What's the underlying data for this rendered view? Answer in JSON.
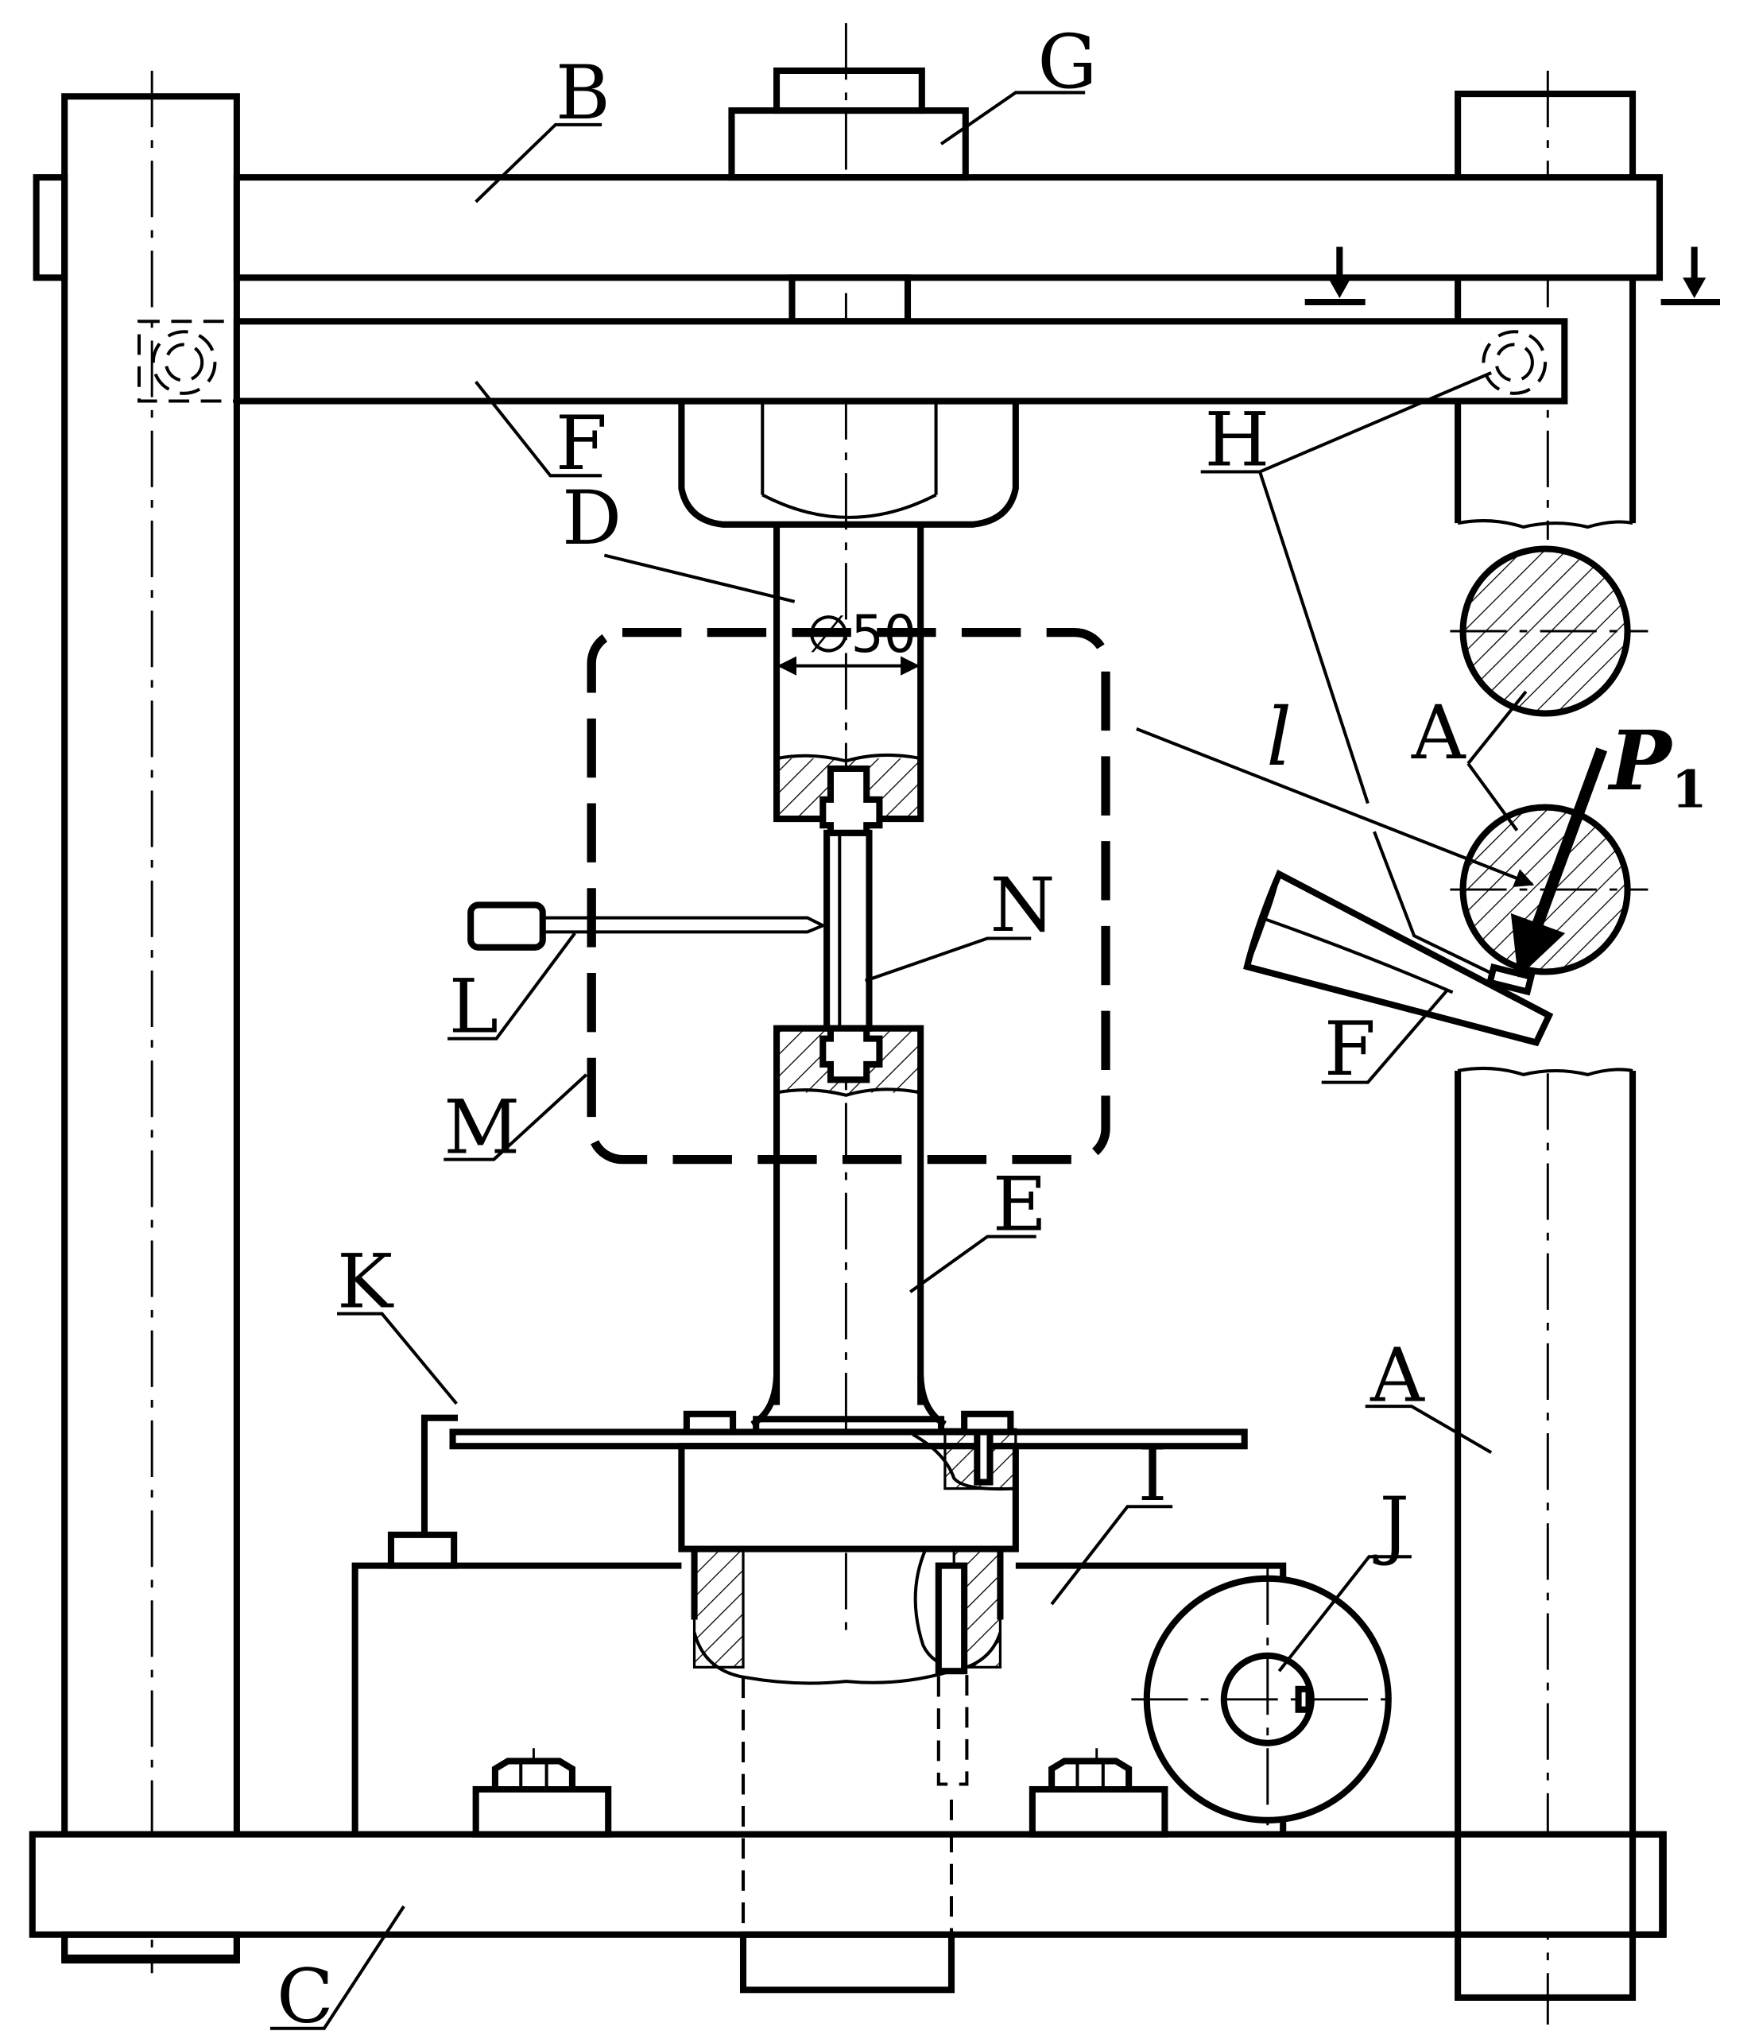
{
  "labels": {
    "A_post": "A",
    "A_section": "A",
    "B": "B",
    "C": "C",
    "D": "D",
    "E": "E",
    "F_crossbar": "F",
    "F_section": "F",
    "G": "G",
    "H": "H",
    "I": "I",
    "J": "J",
    "K": "K",
    "L": "L",
    "M": "M",
    "N": "N"
  },
  "dimension": "∅50",
  "force": {
    "symbol": "P",
    "subscript": "1"
  },
  "length_symbol": "l",
  "colors": {
    "line": "#000000",
    "background": "#ffffff"
  }
}
